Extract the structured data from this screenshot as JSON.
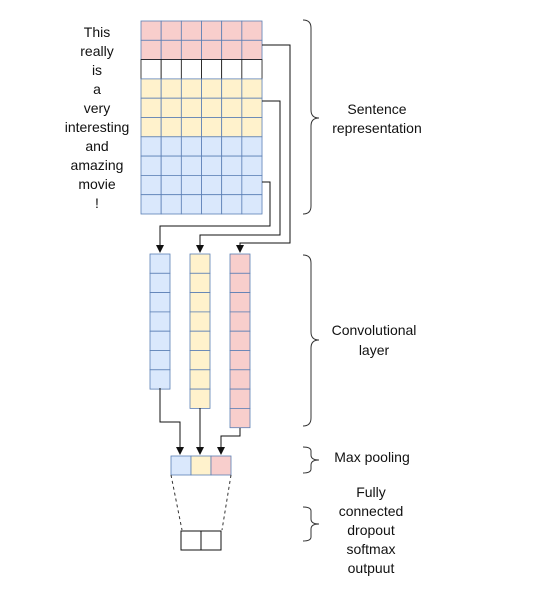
{
  "words": [
    "This",
    "really",
    "is",
    "a",
    "very",
    "interesting",
    "and",
    "amazing",
    "movie",
    "!"
  ],
  "labels": {
    "sentence": [
      "Sentence",
      "representation"
    ],
    "conv": [
      "Convolutional",
      "layer"
    ],
    "maxpool": [
      "Max pooling"
    ],
    "fully": [
      "Fully",
      "connected",
      "dropout",
      "softmax",
      "outpuut"
    ]
  },
  "colors": {
    "red": "#f8cecc",
    "white": "#ffffff",
    "yellow": "#fff2cc",
    "blue": "#dae8fc",
    "grid_line": "#5b7fb5",
    "arrow": "#111111"
  },
  "matrix": {
    "columns": 6,
    "row_colors": [
      "red",
      "red",
      "white",
      "yellow",
      "yellow",
      "yellow",
      "blue",
      "blue",
      "blue",
      "blue"
    ]
  },
  "conv_filters": [
    {
      "color": "blue",
      "cells": 7
    },
    {
      "color": "yellow",
      "cells": 8
    },
    {
      "color": "red",
      "cells": 9
    }
  ],
  "pooled": [
    "blue",
    "yellow",
    "red"
  ],
  "output_cells": 2
}
